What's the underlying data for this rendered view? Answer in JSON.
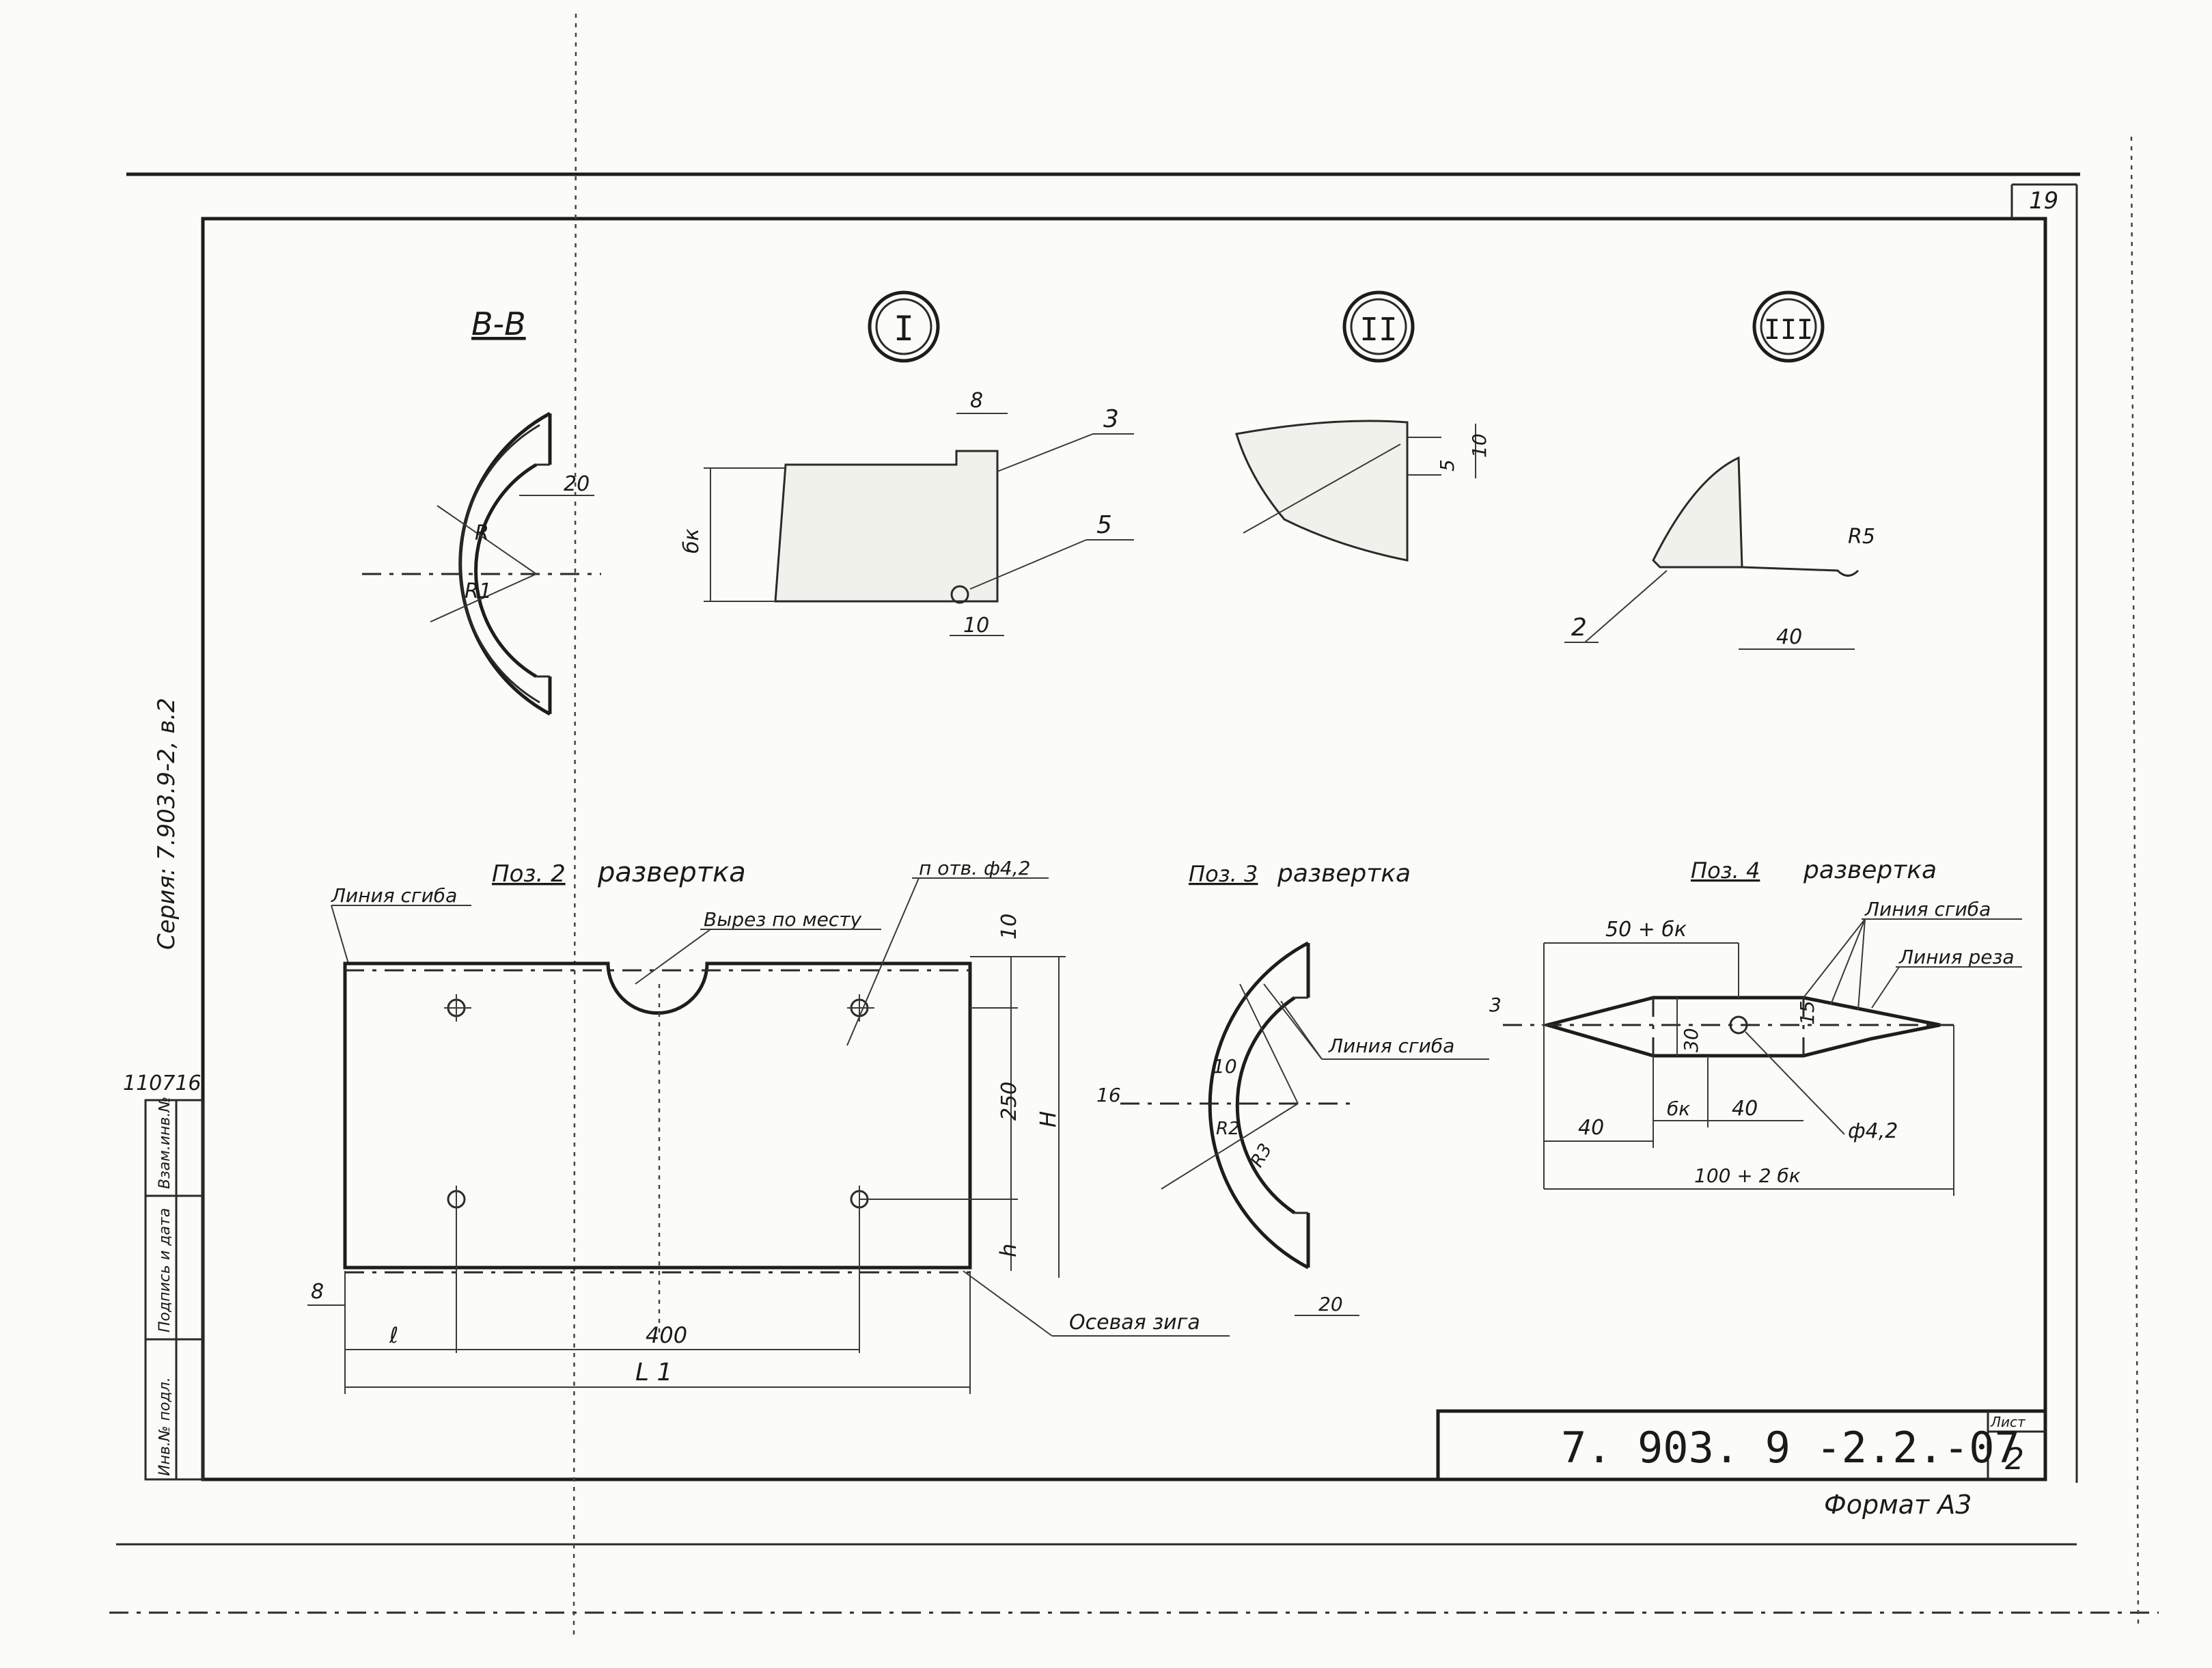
{
  "sheet_corner_number": "19",
  "series_label": "Серия: 7.903.9-2, в.2",
  "inventory_number": "110716",
  "side_stamp": {
    "cells": [
      "Взам.инв.№",
      "Подпись и дата",
      "Инв.№ подл."
    ]
  },
  "title_block": {
    "designation": "7. 903. 9 -2.2.-07",
    "sheet_label": "Лист",
    "sheet_number": "2",
    "format": "Формат А3"
  },
  "views": {
    "section_bb": {
      "title": "В-В",
      "dim_20": "20",
      "label_R": "R",
      "label_R1": "R1"
    },
    "detail_1": {
      "marker": "I",
      "dim_8": "8",
      "dim_10": "10",
      "label_bk": "бк",
      "callout_3": "3",
      "callout_5": "5"
    },
    "detail_2": {
      "marker": "II",
      "dim_5": "5",
      "dim_10": "10"
    },
    "detail_3": {
      "marker": "III",
      "label_R5": "R5",
      "dim_40": "40",
      "callout_2": "2"
    }
  },
  "pos2": {
    "title_prefix": "Поз. 2",
    "title_suffix": "развертка",
    "bend_line": "Линия сгиба",
    "cutout": "Вырез по месту",
    "holes": "п отв. ф4,2",
    "dim_10": "10",
    "dim_250": "250",
    "dim_H": "H",
    "dim_h": "h",
    "dim_8": "8",
    "dim_l": "ℓ",
    "dim_400": "400",
    "dim_L1": "L 1",
    "axial_seam": "Осевая зига"
  },
  "pos3": {
    "title_prefix": "Поз. 3",
    "title_suffix": "развертка",
    "bend_line": "Линия сгиба",
    "dim_10": "10",
    "dim_16": "16",
    "dim_20": "20",
    "label_R2": "R2",
    "label_R3": "R3"
  },
  "pos4": {
    "title_prefix": "Поз. 4",
    "title_suffix": "развертка",
    "bend_line": "Линия сгиба",
    "cut_line": "Линия реза",
    "dim_50bk": "50 + бк",
    "dim_3": "3",
    "dim_15": "15",
    "dim_30": "30",
    "dim_40_left": "40",
    "dim_bk": "бк",
    "dim_40_mid": "40",
    "dim_hole": "ф4,2",
    "dim_100bk": "100 + 2 бк"
  }
}
